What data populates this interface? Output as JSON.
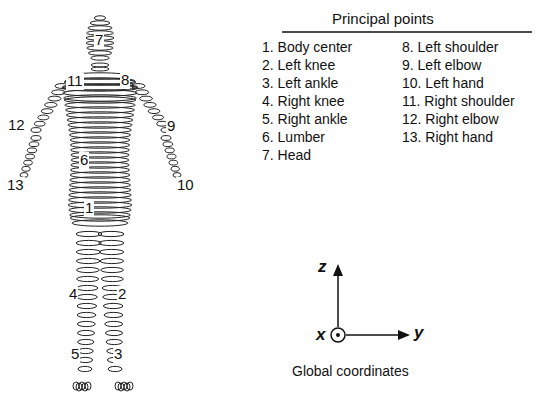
{
  "diagram": {
    "labels": [
      "7",
      "11",
      "8",
      "12",
      "9",
      "6",
      "13",
      "10",
      "1",
      "4",
      "2",
      "5",
      "3",
      "Principal points",
      "1. Body center",
      "2. Left knee",
      "3. Left ankle",
      "4. Right knee",
      "5. Right ankle",
      "6. Lumber",
      "7. Head",
      "8. Left shoulder",
      "9. Left elbow",
      "10. Left hand",
      "11. Right shoulder",
      "12. Right elbow",
      "13. Right hand",
      "z",
      "y",
      "x",
      "Global coordinates"
    ]
  }
}
